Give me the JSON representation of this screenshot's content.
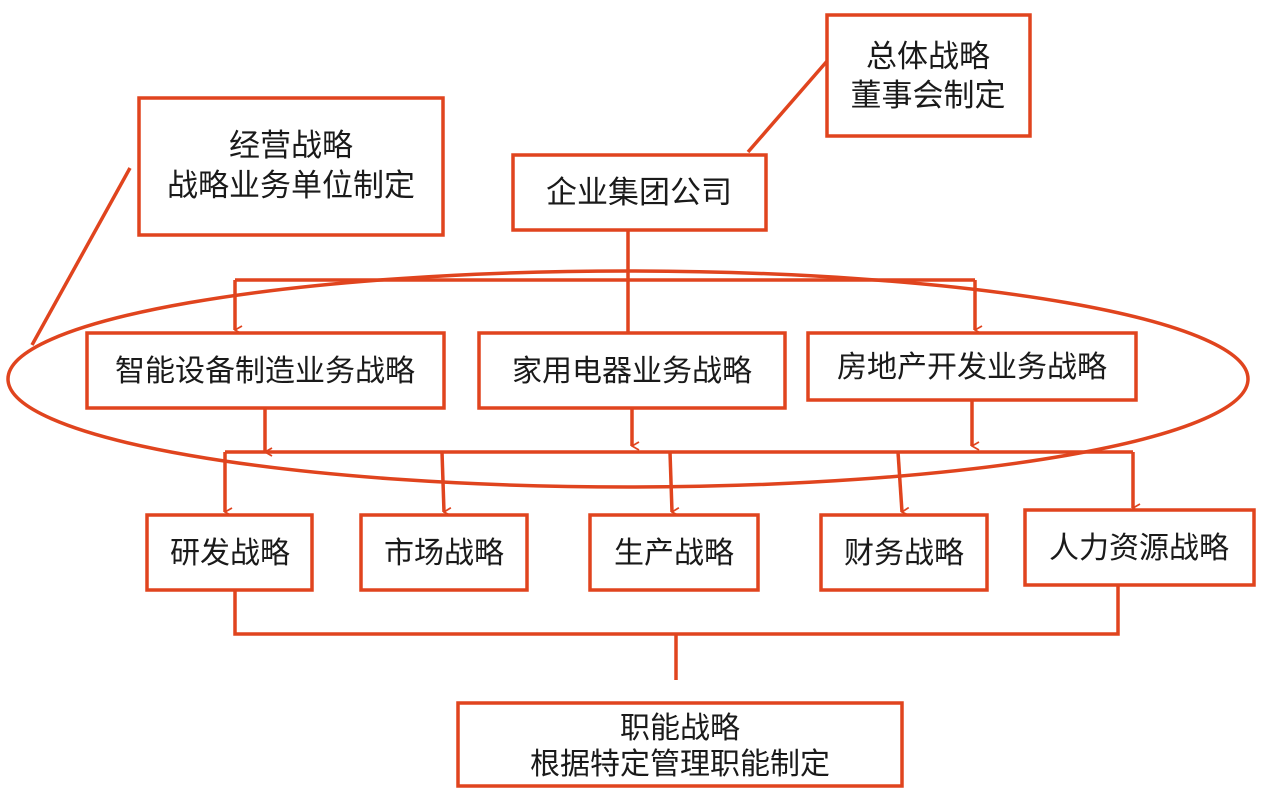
{
  "accent_color": "#e0441e",
  "nodes": {
    "overall_strategy": {
      "line1": "总体战略",
      "line2": "董事会制定"
    },
    "business_strategy": {
      "line1": "经营战略",
      "line2": "战略业务单位制定"
    },
    "group_company": {
      "label": "企业集团公司"
    },
    "smart_equipment": {
      "label": "智能设备制造业务战略"
    },
    "home_appliance": {
      "label": "家用电器业务战略"
    },
    "real_estate": {
      "label": "房地产开发业务战略"
    },
    "rnd": {
      "label": "研发战略"
    },
    "market": {
      "label": "市场战略"
    },
    "production": {
      "label": "生产战略"
    },
    "finance": {
      "label": "财务战略"
    },
    "hr": {
      "label": "人力资源战略"
    },
    "functional_strategy": {
      "line1": "职能战略",
      "line2": "根据特定管理职能制定"
    }
  }
}
